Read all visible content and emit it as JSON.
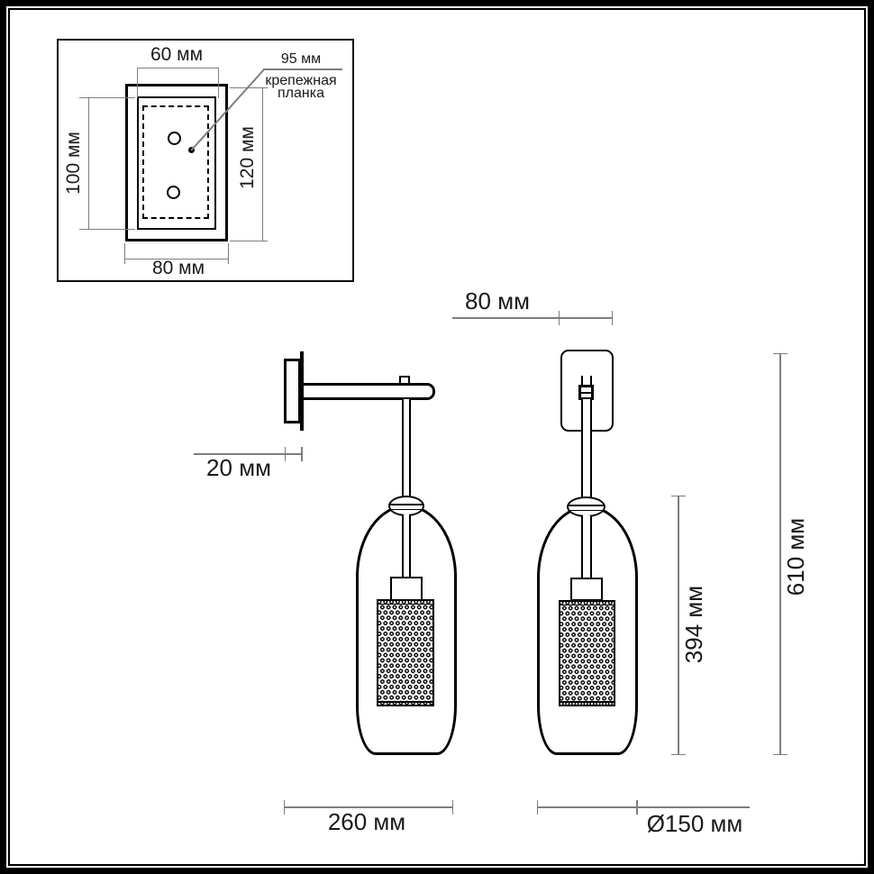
{
  "detail_panel": {
    "dim_top_width": "60 мм",
    "dim_hole_spacing": "95 мм",
    "callout_line1": "крепежная",
    "callout_line2": "планка",
    "dim_left_height": "100 мм",
    "dim_right_height": "120 мм",
    "dim_bottom_width": "80 мм"
  },
  "main_view": {
    "dim_plate_width": "80 мм",
    "dim_plate_depth": "20 мм",
    "dim_projection": "260 мм",
    "dim_shade_diameter": "Ø150 мм",
    "dim_shade_height": "394 мм",
    "dim_total_height": "610 мм"
  },
  "colors": {
    "outline": "#000000",
    "dimension_line": "#7e7e7e",
    "text": "#1a1a1a",
    "background": "#ffffff"
  }
}
